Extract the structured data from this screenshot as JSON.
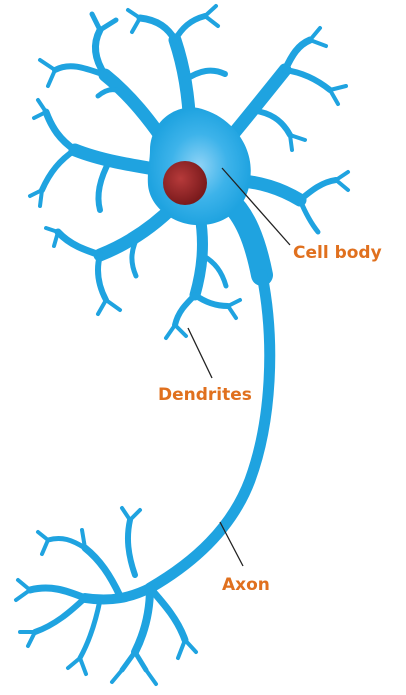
{
  "labels": {
    "cell_body": "Cell body",
    "dendrites": "Dendrites",
    "axon": "Axon"
  },
  "colors": {
    "neuron": "#1fa3e0",
    "neuron_light": "#8fd3f6",
    "nucleus": "#a8282a",
    "nucleus_dark": "#7a1a1c",
    "label": "#e0701e",
    "leader": "#222222"
  }
}
